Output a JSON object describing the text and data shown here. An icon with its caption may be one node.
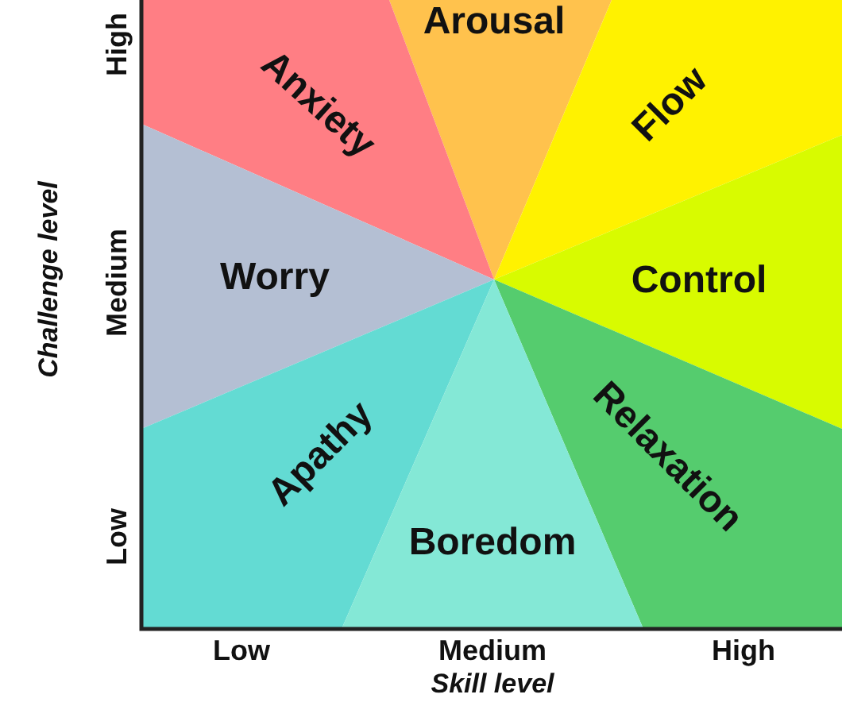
{
  "diagram": {
    "nodes": [
      {
        "text": [
          "Arousal"
        ]
      },
      {
        "text": [
          "Anxiety"
        ]
      },
      {
        "text": [
          "Flow"
        ]
      },
      {
        "text": [
          "Worry"
        ]
      },
      {
        "text": [
          "Control"
        ]
      },
      {
        "text": [
          "Apathy"
        ]
      },
      {
        "text": [
          "Relaxation"
        ]
      },
      {
        "text": [
          "Boredom"
        ]
      }
    ],
    "edges": [],
    "labels": [
      "High",
      "Medium",
      "Low",
      "Challenge level",
      "Low",
      "Medium",
      "High",
      "Skill level"
    ]
  }
}
